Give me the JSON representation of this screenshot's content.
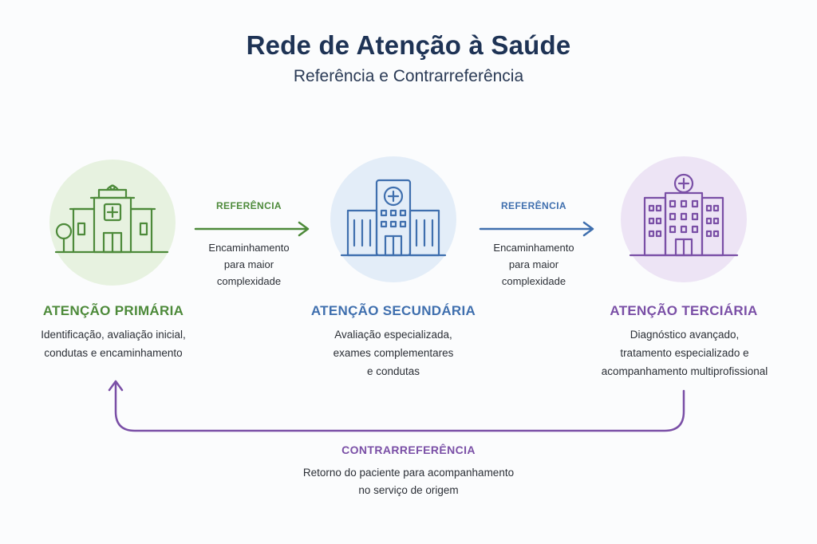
{
  "header": {
    "title": "Rede de Atenção à Saúde",
    "subtitle": "Referência e Contrarreferência"
  },
  "levels": [
    {
      "title": "ATENÇÃO PRIMÁRIA",
      "desc_lines": [
        "Identificação, avaliação inicial,",
        "condutas e encaminhamento"
      ],
      "color": "#4d8a3a",
      "bg": "#e7f2e0",
      "icon": "clinic-building-icon"
    },
    {
      "title": "ATENÇÃO SECUNDÁRIA",
      "desc_lines": [
        "Avaliação especializada,",
        "exames complementares",
        "e condutas"
      ],
      "color": "#3f6fae",
      "bg": "#e3edf8",
      "icon": "hospital-building-icon"
    },
    {
      "title": "ATENÇÃO TERCIÁRIA",
      "desc_lines": [
        "Diagnóstico avançado,",
        "tratamento especializado e",
        "acompanhamento multiprofissional"
      ],
      "color": "#7a4fa6",
      "bg": "#ede4f5",
      "icon": "tall-hospital-icon"
    }
  ],
  "arrows": [
    {
      "label": "REFERÊNCIA",
      "desc_lines": [
        "Encaminhamento",
        "para maior",
        "complexidade"
      ],
      "color": "#4d8a3a"
    },
    {
      "label": "REFERÊNCIA",
      "desc_lines": [
        "Encaminhamento",
        "para maior",
        "complexidade"
      ],
      "color": "#3f6fae"
    }
  ],
  "counter": {
    "label": "CONTRARREFERÊNCIA",
    "desc_lines": [
      "Retorno do paciente para acompanhamento",
      "no serviço de origem"
    ],
    "color": "#7a4fa6"
  }
}
